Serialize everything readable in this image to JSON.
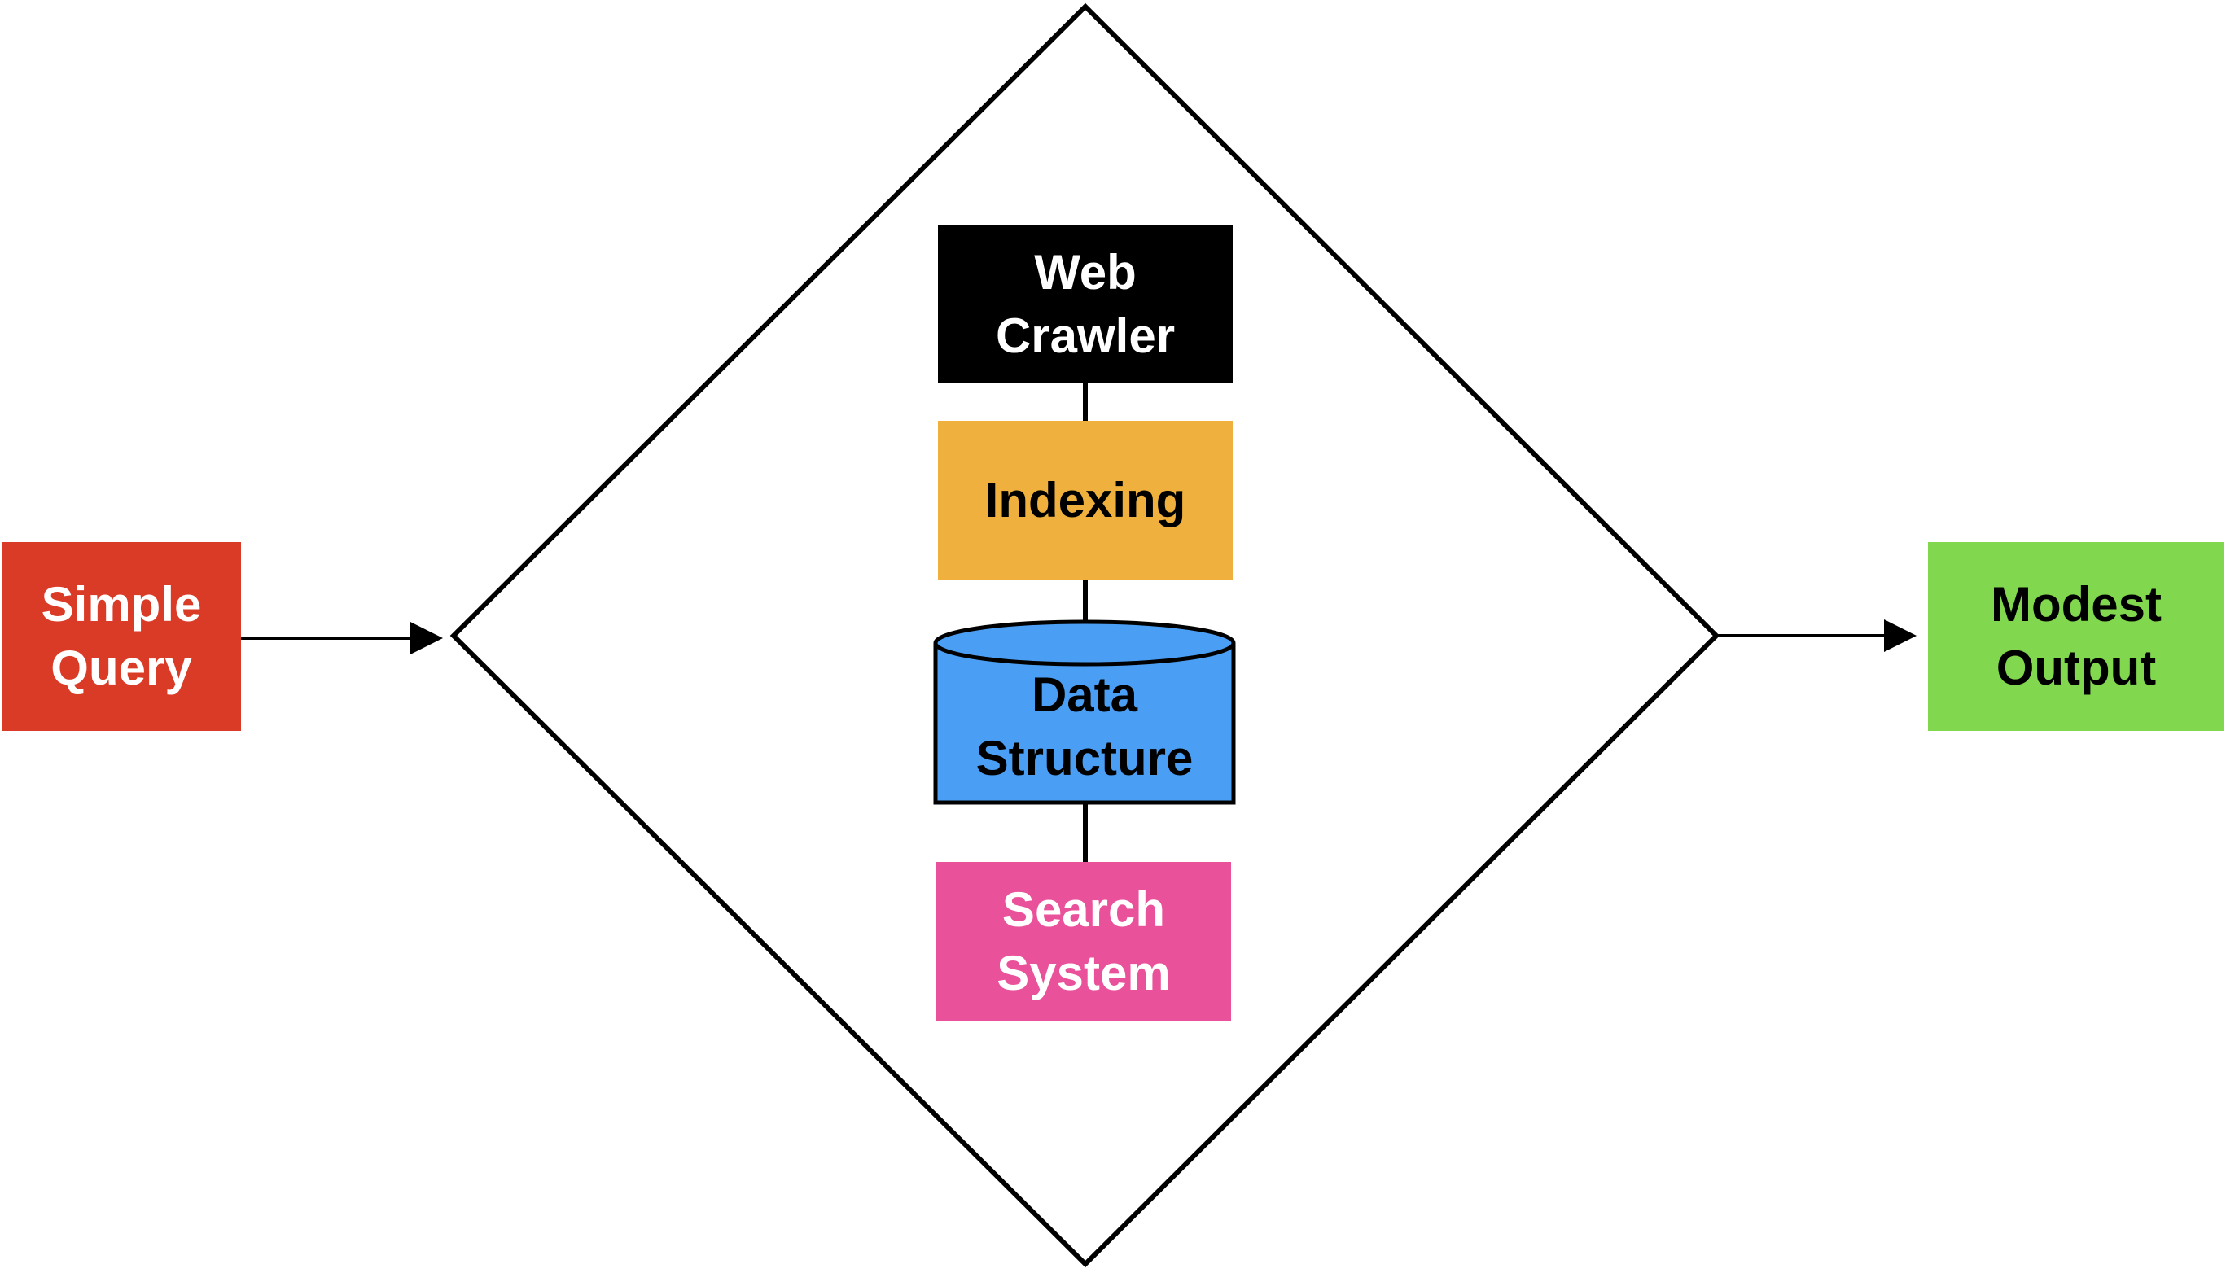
{
  "colors": {
    "query": "#da3b26",
    "crawler": "#000000",
    "indexing": "#efb03d",
    "data_structure": "#4a9ff5",
    "search": "#e9519b",
    "output": "#81d84f",
    "stroke": "#000000"
  },
  "nodes": {
    "query": {
      "line1": "Simple",
      "line2": "Query"
    },
    "crawler": {
      "line1": "Web",
      "line2": "Crawler"
    },
    "indexing": {
      "line1": "Indexing"
    },
    "data_structure": {
      "line1": "Data",
      "line2": "Structure"
    },
    "search": {
      "line1": "Search",
      "line2": "System"
    },
    "output": {
      "line1": "Modest",
      "line2": "Output"
    }
  }
}
